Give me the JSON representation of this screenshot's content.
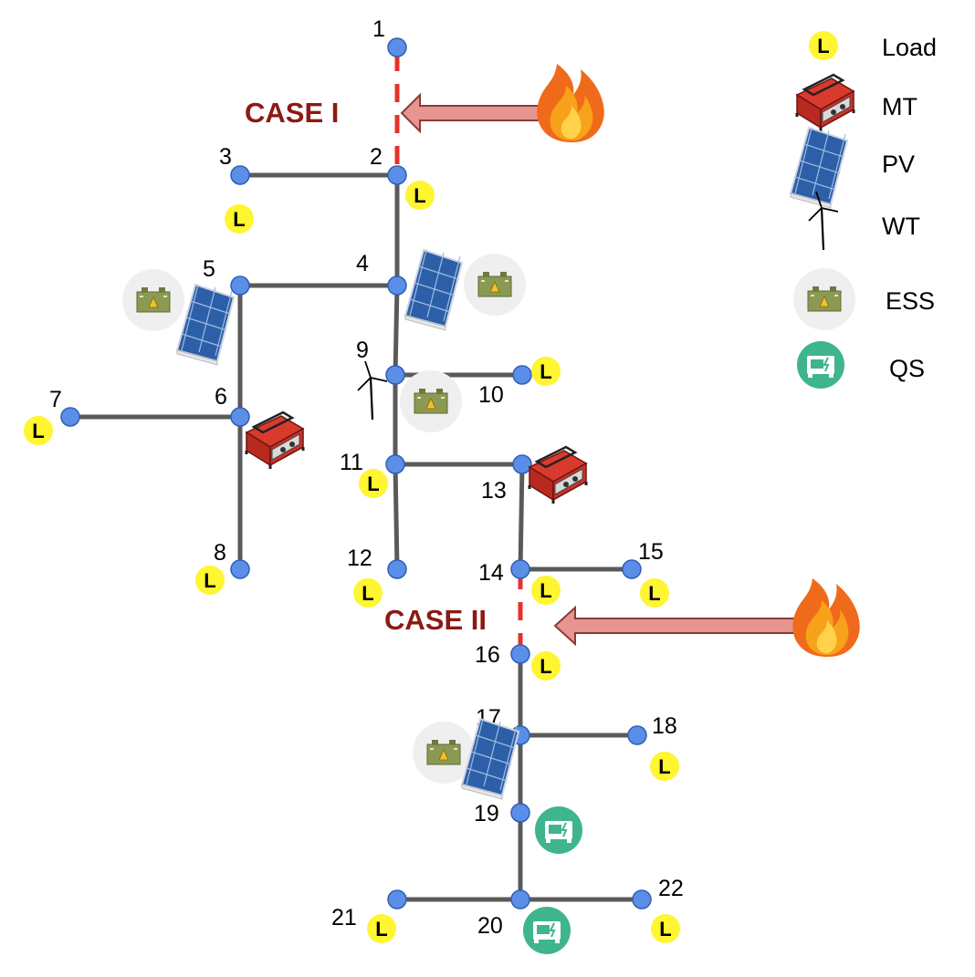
{
  "colors": {
    "line": "#5a5a5a",
    "node_fill": "#5b8ee6",
    "node_stroke": "#2f5fb5",
    "fault_line": "#e8302a",
    "case_text": "#8b1a14",
    "arrow_fill": "#e8948f",
    "arrow_stroke": "#8a3a36",
    "load_fill": "#fff530",
    "qs_fill": "#3fb58d",
    "ess_bg": "#efefef",
    "battery": "#8b9a52"
  },
  "nodes": [
    "1",
    "2",
    "3",
    "4",
    "5",
    "6",
    "7",
    "8",
    "9",
    "10",
    "11",
    "12",
    "13",
    "14",
    "15",
    "16",
    "17",
    "18",
    "19",
    "20",
    "21",
    "22"
  ],
  "load_letter": "L",
  "cases": {
    "case1": "CASE I",
    "case2": "CASE II"
  },
  "legend": [
    {
      "icon": "load-icon",
      "label": "Load"
    },
    {
      "icon": "mt-icon",
      "label": "MT"
    },
    {
      "icon": "pv-icon",
      "label": "PV"
    },
    {
      "icon": "wt-icon",
      "label": "WT"
    },
    {
      "icon": "ess-icon",
      "label": "ESS"
    },
    {
      "icon": "qs-icon",
      "label": "QS"
    }
  ]
}
